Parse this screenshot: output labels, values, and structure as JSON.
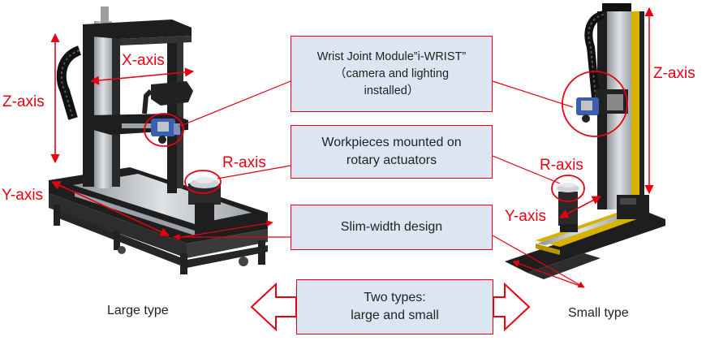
{
  "callouts": {
    "wrist": {
      "line1": "Wrist Joint Module”i-WRIST”",
      "line2": "（camera and lighting",
      "line3": "installed）"
    },
    "workpieces": {
      "line1": "Workpieces mounted on",
      "line2": "rotary actuators"
    },
    "slim": {
      "line1": "Slim-width design"
    },
    "types": {
      "line1": "Two types:",
      "line2": "large and small"
    }
  },
  "captions": {
    "large": "Large type",
    "small": "Small type"
  },
  "axes": {
    "large": {
      "x": "X-axis",
      "z": "Z-axis",
      "r": "R-axis",
      "y": "Y-axis"
    },
    "small": {
      "z": "Z-axis",
      "r": "R-axis",
      "y": "Y-axis"
    }
  },
  "colors": {
    "accent": "#e60012",
    "callout_fill": "#dce6f2",
    "frame_dark": "#1e1e1e",
    "rail_silver": "#b8bcc0",
    "rail_yellow": "#d9b200",
    "wrist_blue": "#3a5fb0"
  }
}
